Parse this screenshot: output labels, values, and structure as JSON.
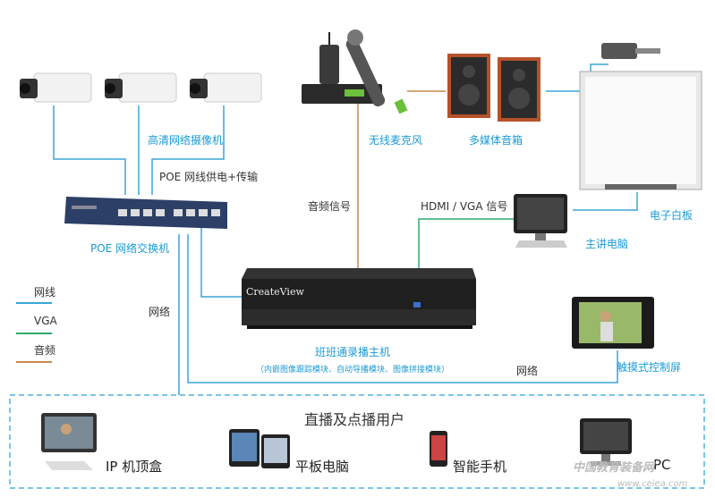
{
  "labels": {
    "cameras": "高清网络摄像机",
    "mic": "无线麦克风",
    "speakers": "多媒体音箱",
    "poe_power": "POE 网线供电+传输",
    "audio_signal": "音频信号",
    "hdmi_signal": "HDMI / VGA 信号",
    "whiteboard": "电子白板",
    "host_pc": "主讲电脑",
    "poe_switch": "POE 网络交换机",
    "host_name": "班班通录播主机",
    "host_sub": "（内嵌图像跟踪模块、自动导播模块、图像拼接模块）",
    "touch_screen": "触摸式控制屏",
    "network_left": "网络",
    "network_right": "网络",
    "brand": "CreateView"
  },
  "legend": [
    {
      "label": "网线",
      "color": "#3aa6d8"
    },
    {
      "label": "VGA",
      "color": "#2eaa6e"
    },
    {
      "label": "音频",
      "color": "#c98a4b"
    }
  ],
  "users": {
    "title": "直播及点播用户",
    "items": [
      "IP 机顶盒",
      "平板电脑",
      "智能手机",
      "PC"
    ]
  },
  "watermark": {
    "text": "中国教育装备网",
    "url": "www.ceiea.com"
  },
  "colors": {
    "network": "#3aa6d8",
    "vga": "#2eaa6e",
    "audio": "#c98a4b",
    "label_blue": "#1a9bd6",
    "dashed": "#4fb3d9"
  }
}
